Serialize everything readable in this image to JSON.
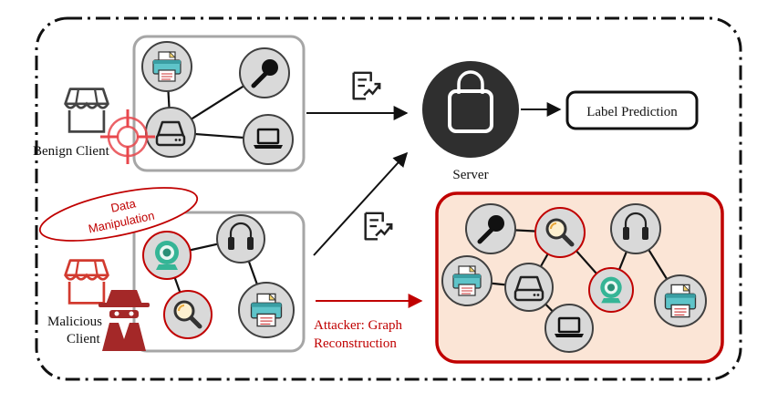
{
  "labels": {
    "benign_client": "Benign Client",
    "malicious_client_line1": "Malicious",
    "malicious_client_line2": "Client",
    "server": "Server",
    "label_prediction": "Label Prediction",
    "data_manipulation_line1": "Data",
    "data_manipulation_line2": "Manipulation",
    "attacker_line1": "Attacker: Graph",
    "attacker_line2": "Reconstruction"
  },
  "colors": {
    "attack_red": "#c00000",
    "attack_panel_fill": "#fbe5d6",
    "node_fill": "#d9d9d9",
    "node_stroke": "#404040",
    "panel_stroke": "#a6a6a6",
    "icon_dark": "#3a3a3a",
    "teal": "#2ca58d"
  },
  "icons": {
    "benign_store": "store-icon",
    "malicious_store": "store-icon",
    "target": "crosshair-target-icon",
    "hacker": "spy-hacker-icon",
    "server": "shopping-bag-icon",
    "upload_top": "document-upload-icon",
    "upload_bottom": "document-upload-icon",
    "printer": "printer-icon",
    "microphone": "microphone-icon",
    "hard_drive": "hard-drive-icon",
    "laptop": "laptop-icon",
    "webcam": "webcam-icon",
    "headphones": "headphones-icon",
    "magnifier": "magnifier-icon"
  }
}
